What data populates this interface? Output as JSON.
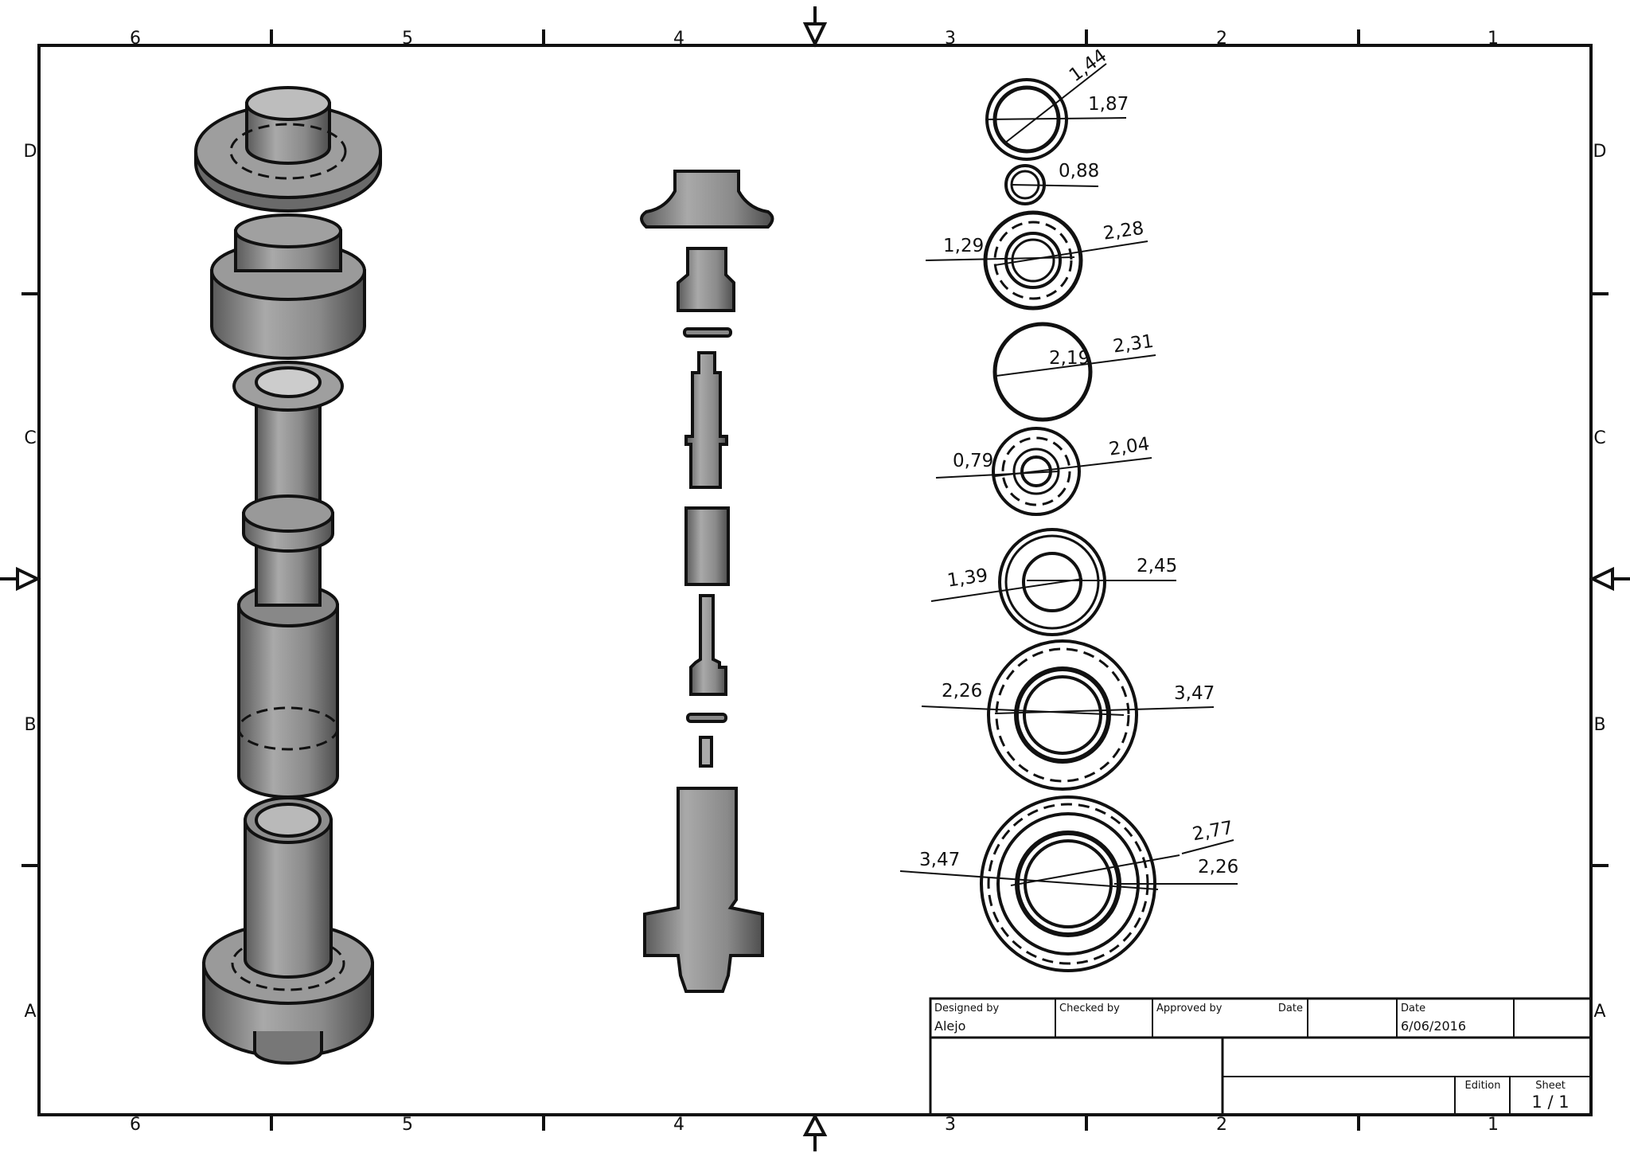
{
  "drawing": {
    "zones": {
      "columns": [
        "6",
        "5",
        "4",
        "3",
        "2",
        "1"
      ],
      "rows": [
        "D",
        "C",
        "B",
        "A"
      ]
    },
    "dimensions": [
      "1,44",
      "1,87",
      "0,88",
      "1,29",
      "2,28",
      "2,19",
      "2,31",
      "0,79",
      "2,04",
      "1,39",
      "2,45",
      "2,26",
      "3,47",
      "3,47",
      "2,77",
      "2,26"
    ]
  },
  "title_block": {
    "designed_by_label": "Designed by",
    "designed_by_value": "Alejo",
    "checked_by_label": "Checked by",
    "approved_by_label": "Approved by",
    "date_label_1": "Date",
    "date_label_2": "Date",
    "date_value": "6/06/2016",
    "edition_label": "Edition",
    "sheet_label": "Sheet",
    "sheet_value": "1 / 1"
  },
  "colors": {
    "line": "#111111",
    "part_fill": "#808080",
    "part_fill_dark": "#5e5e5e",
    "part_fill_light": "#a8a8a8"
  }
}
